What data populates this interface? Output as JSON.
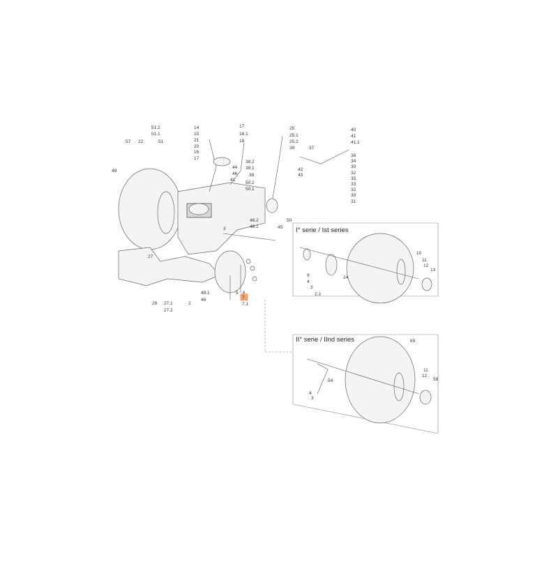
{
  "series_panels": {
    "first": {
      "title": "I° serie / Ist series"
    },
    "second": {
      "title": "II° serie / IInd series"
    }
  },
  "highlighted_part": "7",
  "colors": {
    "highlight": "#f6a56b",
    "lines": "#555555"
  },
  "main_labels": [
    "57",
    "22",
    "51.2",
    "51.1",
    "51",
    "49",
    "14",
    "15",
    "21",
    "20",
    "16",
    "17",
    "44",
    "46",
    "41",
    "17",
    "18.1",
    "18",
    "38.2",
    "38.1",
    "38",
    "50.2",
    "50.1",
    "25",
    "25.1",
    "25.2",
    "39",
    "37",
    "42",
    "43",
    "40",
    "41",
    "41.1",
    "36",
    "34",
    "30",
    "32",
    "35",
    "33",
    "32",
    "30",
    "31",
    "50",
    "45",
    "48.2",
    "48.1",
    "27",
    "28",
    "27.1",
    "27.2",
    "2",
    "48.1",
    "46",
    "3",
    "5",
    "6",
    "7",
    "7.1"
  ],
  "series1_labels": [
    "10",
    "11",
    "12",
    "13",
    "9",
    "4",
    "3",
    "2.3",
    "24"
  ],
  "series2_labels": [
    "65",
    "54",
    "4",
    "3",
    "11",
    "12",
    "58"
  ]
}
